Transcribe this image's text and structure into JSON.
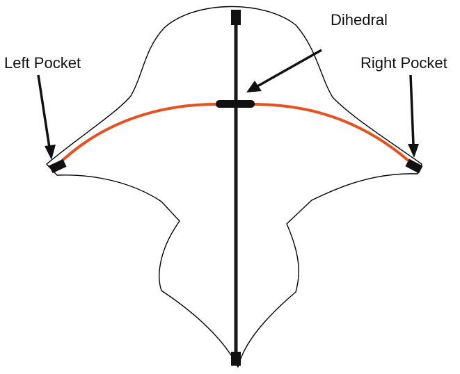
{
  "labels": {
    "dihedral": "Dihedral",
    "left_pocket": "Left Pocket",
    "right_pocket": "Right Pocket"
  },
  "colors": {
    "outline": "#000000",
    "spar": "#1a1a1a",
    "spreader": "#e8501e",
    "background": "#ffffff"
  }
}
